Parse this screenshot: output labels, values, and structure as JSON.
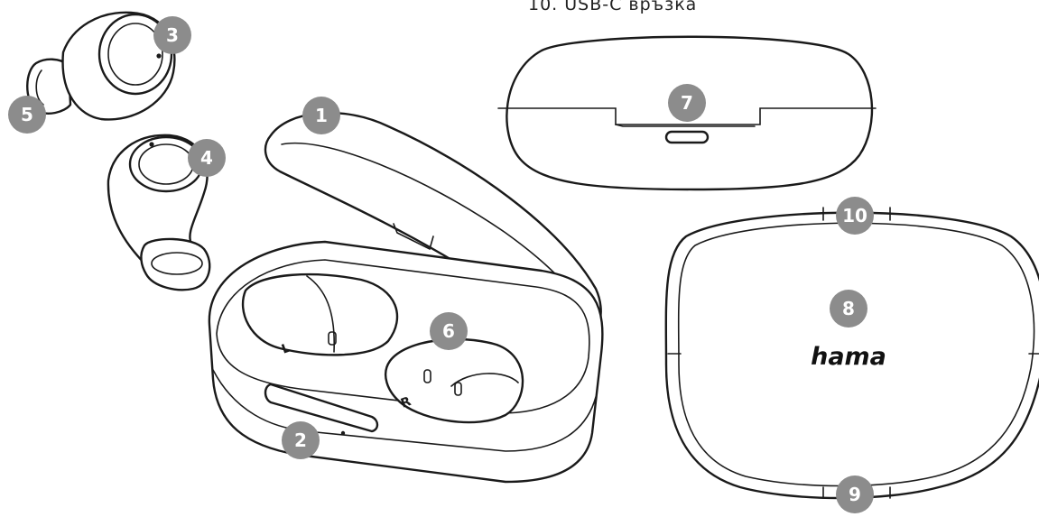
{
  "caption": "10.  USB-C  връзка",
  "brand": "hama",
  "case_letters": {
    "left": "L",
    "right": "R"
  },
  "callouts": [
    {
      "num": "1"
    },
    {
      "num": "2"
    },
    {
      "num": "3"
    },
    {
      "num": "4"
    },
    {
      "num": "5"
    },
    {
      "num": "6"
    },
    {
      "num": "7"
    },
    {
      "num": "8"
    },
    {
      "num": "9"
    },
    {
      "num": "10"
    }
  ],
  "colors": {
    "callout": "#8c8c8c",
    "line": "#1a1a1a",
    "background": "#ffffff"
  }
}
